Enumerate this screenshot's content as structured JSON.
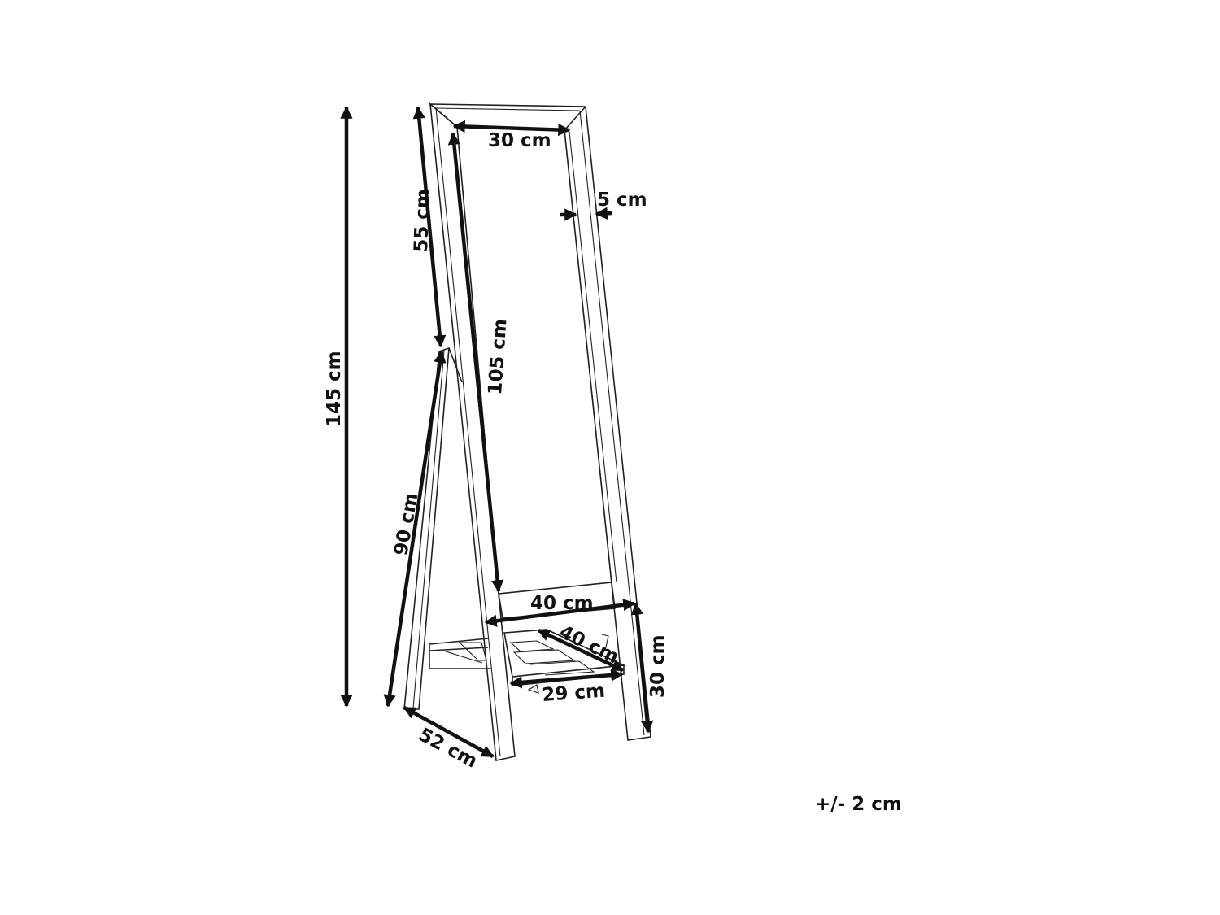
{
  "dimensions": {
    "frame_inner_width": "30 cm",
    "frame_border": "5 cm",
    "upper_leg_length": "55 cm",
    "mirror_height": "105 cm",
    "total_height": "145 cm",
    "rear_leg_length": "90 cm",
    "base_width": "40 cm",
    "shelf_depth": "40 cm",
    "shelf_width": "29 cm",
    "shelf_height": "30 cm",
    "base_depth": "52 cm"
  },
  "tolerance": "+/- 2 cm",
  "colors": {
    "line": "#231f20",
    "arrow": "#111111",
    "background": "#ffffff"
  }
}
